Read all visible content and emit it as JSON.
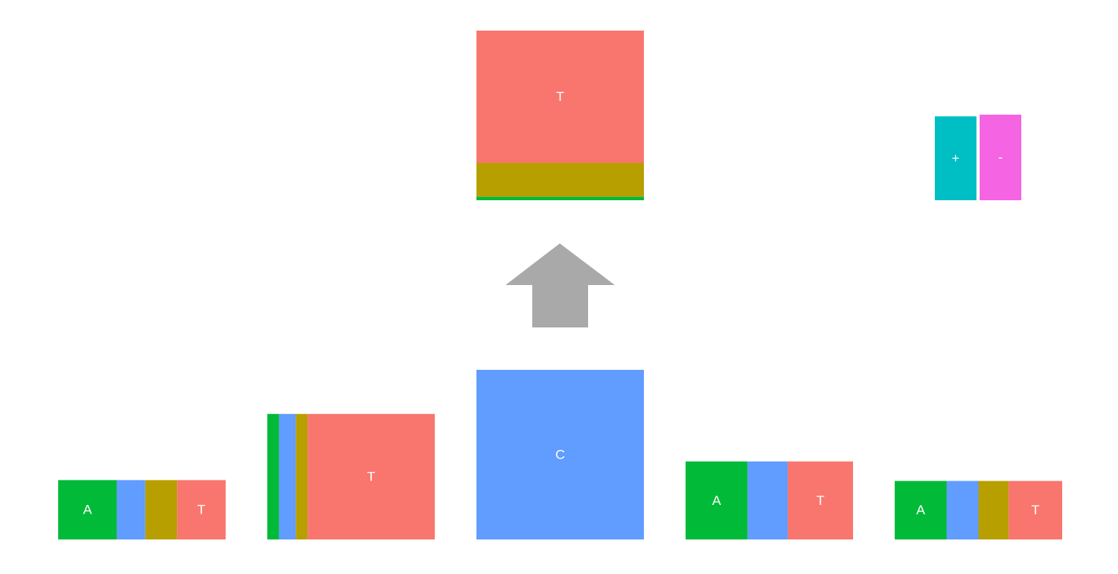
{
  "colors": {
    "A": "#00BA38",
    "C": "#619CFF",
    "G": "#B79F00",
    "T": "#F8766D",
    "plus": "#00BFC4",
    "minus": "#F564E3",
    "arrow": "#A9A9A9",
    "label": "#FFFFFF"
  },
  "labels": {
    "A": "A",
    "C": "C",
    "T": "T",
    "plus": "+",
    "minus": "-"
  },
  "chart_data": {
    "type": "diagram",
    "top_node": {
      "composition": [
        {
          "base": "T",
          "fraction": 0.78,
          "label": "T"
        },
        {
          "base": "G",
          "fraction": 0.2,
          "label": ""
        },
        {
          "base": "A",
          "fraction": 0.02,
          "label": ""
        }
      ]
    },
    "strand_legend": [
      {
        "key": "plus",
        "label": "+",
        "fraction": 0.98
      },
      {
        "key": "minus",
        "label": "-",
        "fraction": 1.0
      }
    ],
    "bottom_nodes": [
      {
        "size": 0.35,
        "composition": [
          {
            "base": "A",
            "fraction": 0.35,
            "label": "A"
          },
          {
            "base": "C",
            "fraction": 0.17,
            "label": ""
          },
          {
            "base": "G",
            "fraction": 0.19,
            "label": ""
          },
          {
            "base": "T",
            "fraction": 0.29,
            "label": "T"
          }
        ]
      },
      {
        "size": 0.74,
        "composition": [
          {
            "base": "A",
            "fraction": 0.07,
            "label": ""
          },
          {
            "base": "C",
            "fraction": 0.1,
            "label": ""
          },
          {
            "base": "G",
            "fraction": 0.07,
            "label": ""
          },
          {
            "base": "T",
            "fraction": 0.76,
            "label": "T"
          }
        ]
      },
      {
        "size": 1.0,
        "composition": [
          {
            "base": "C",
            "fraction": 1.0,
            "label": "C"
          }
        ]
      },
      {
        "size": 0.46,
        "composition": [
          {
            "base": "A",
            "fraction": 0.37,
            "label": "A"
          },
          {
            "base": "C",
            "fraction": 0.24,
            "label": ""
          },
          {
            "base": "T",
            "fraction": 0.39,
            "label": "T"
          }
        ]
      },
      {
        "size": 0.345,
        "composition": [
          {
            "base": "A",
            "fraction": 0.31,
            "label": "A"
          },
          {
            "base": "C",
            "fraction": 0.19,
            "label": ""
          },
          {
            "base": "G",
            "fraction": 0.18,
            "label": ""
          },
          {
            "base": "T",
            "fraction": 0.32,
            "label": "T"
          }
        ]
      }
    ]
  }
}
